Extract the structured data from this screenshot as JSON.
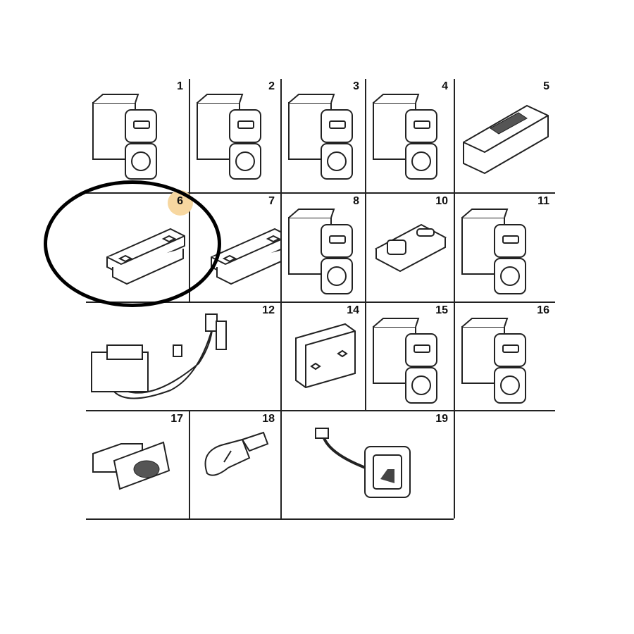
{
  "diagram": {
    "highlight_color": "#f7d7a0",
    "ring_color": "#000000",
    "parts": [
      {
        "number": "1",
        "icon": "hazard-switch-icon"
      },
      {
        "number": "2",
        "icon": "rear-defrost-switch-icon"
      },
      {
        "number": "3",
        "icon": "fog-light-switch-icon"
      },
      {
        "number": "4",
        "icon": "rear-fog-switch-icon"
      },
      {
        "number": "5",
        "icon": "rocker-switch-icon"
      },
      {
        "number": "6",
        "icon": "window-switch-icon",
        "highlighted": true
      },
      {
        "number": "7",
        "icon": "auto-window-switch-icon"
      },
      {
        "number": "8",
        "icon": "fan-switch-icon"
      },
      {
        "number": "10",
        "icon": "mirror-switch-icon"
      },
      {
        "number": "11",
        "icon": "seat-heater-switch-icon"
      },
      {
        "number": "12",
        "icon": "wiring-harness-icon"
      },
      {
        "number": "14",
        "icon": "switch-cover-icon"
      },
      {
        "number": "15",
        "icon": "headlight-switch-icon"
      },
      {
        "number": "16",
        "icon": "blank-switch-icon"
      },
      {
        "number": "17",
        "icon": "dimmer-wheel-icon"
      },
      {
        "number": "18",
        "icon": "bulb-icon"
      },
      {
        "number": "19",
        "icon": "horn-switch-icon"
      }
    ]
  }
}
